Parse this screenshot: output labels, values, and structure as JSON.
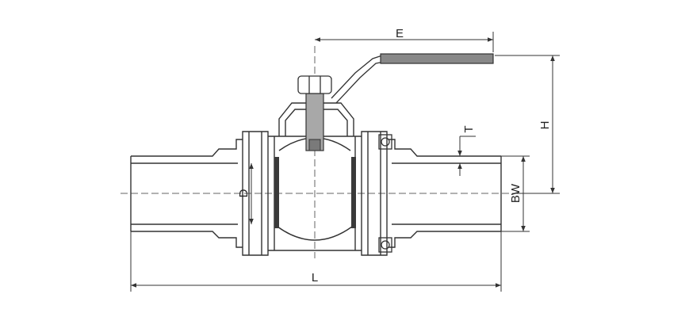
{
  "dimensions": {
    "E": "E",
    "H": "H",
    "T": "T",
    "D": "D",
    "BW": "BW",
    "L": "L"
  },
  "colors": {
    "line": "#333333",
    "handle": "#888888",
    "stem": "#a8a8a8",
    "seat": "#3a3a3a",
    "centerline": "#666666"
  }
}
